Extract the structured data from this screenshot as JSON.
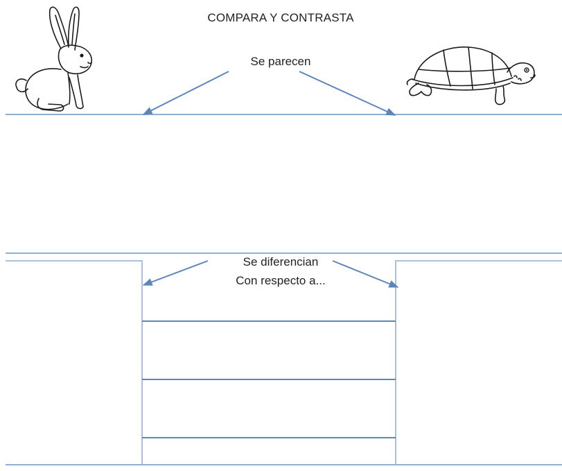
{
  "title": "COMPARA Y CONTRASTA",
  "similarities": {
    "heading": "Se parecen"
  },
  "differences": {
    "heading": "Se diferencian",
    "subheading": "Con respecto a..."
  },
  "illustrations": {
    "left": "rabbit-illustration",
    "right": "turtle-illustration"
  },
  "colors": {
    "line": "#8fb0d3",
    "arrow": "#5b86bb",
    "frame": "#a9c1de",
    "text": "#222222",
    "drawing": "#1a1a1a"
  }
}
